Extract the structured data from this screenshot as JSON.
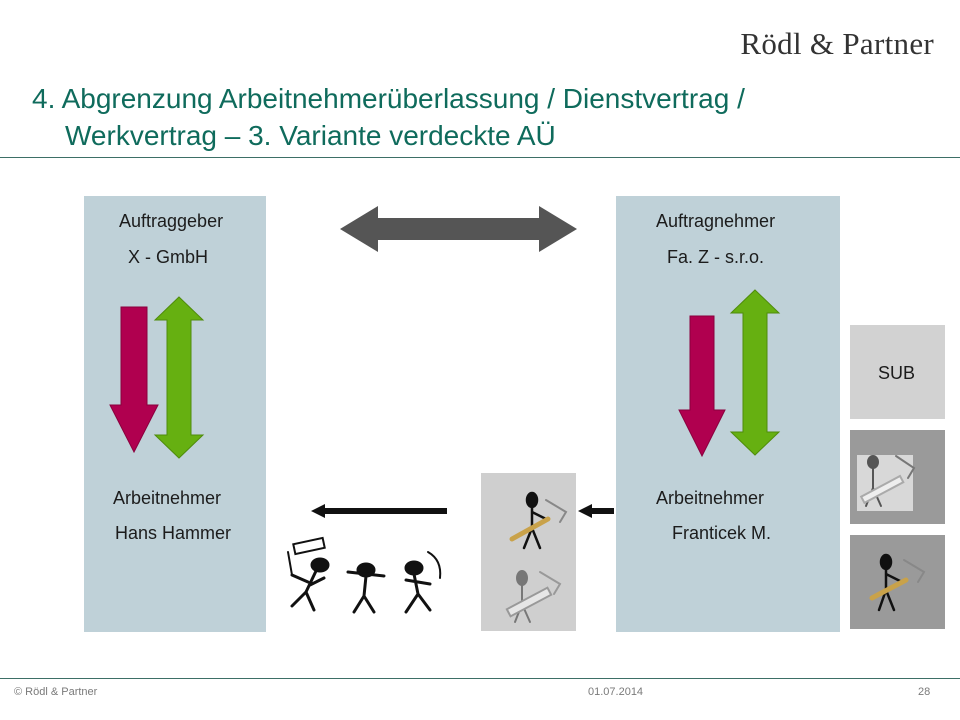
{
  "header": {
    "logo": "Rödl & Partner",
    "title_line1": "4. Abgrenzung Arbeitnehmerüberlassung / Dienstvertrag /",
    "title_line2": "Werkvertrag – 3. Variante verdeckte AÜ"
  },
  "diagram": {
    "left": {
      "role": "Auftraggeber",
      "company": "X - GmbH",
      "employee_role": "Arbeitnehmer",
      "employee_name": "Hans Hammer"
    },
    "right": {
      "role": "Auftragnehmer",
      "company": "Fa. Z - s.r.o.",
      "employee_role": "Arbeitnehmer",
      "employee_name": "Franticek M."
    },
    "sub_label": "SUB",
    "colors": {
      "panel": "#bfd1d8",
      "arrow_down": "#b0004f",
      "arrow_up": "#66b011",
      "arrow_dark": "#555555",
      "tile": "#cfcfcf",
      "tile_dark": "#9a9a9a"
    }
  },
  "footer": {
    "copyright": "© Rödl & Partner",
    "date": "01.07.2014",
    "page": "28"
  }
}
